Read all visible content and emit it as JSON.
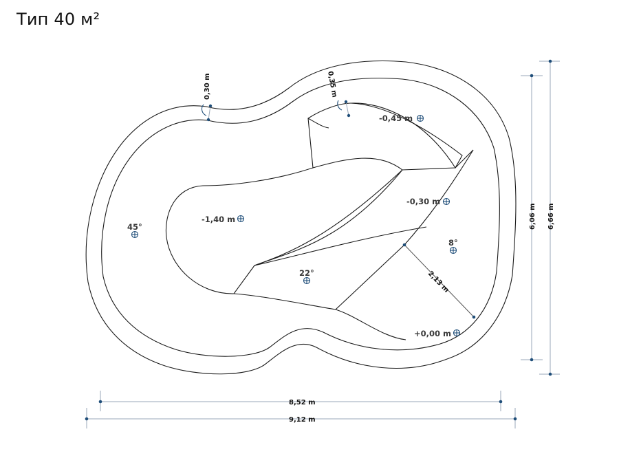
{
  "title": "Тип 40 м²",
  "dimensions": {
    "inner_width": "8,52 m",
    "outer_width": "9,12 m",
    "inner_height": "6,06 m",
    "outer_height": "6,66 m",
    "diagonal": "2,13 m",
    "wall_left": "0,30 m",
    "wall_right": "0,35 m"
  },
  "depths": {
    "deep": "-1,40 m",
    "shelf_top": "-0,45 m",
    "shelf_mid": "-0,30 m",
    "entry": "+0,00 m"
  },
  "angles": {
    "left": "45°",
    "slope": "22°",
    "ramp": "8°"
  },
  "colors": {
    "line": "#1a1a1a",
    "dim_line": "#9aa7b8",
    "marker": "#1f4e79"
  }
}
